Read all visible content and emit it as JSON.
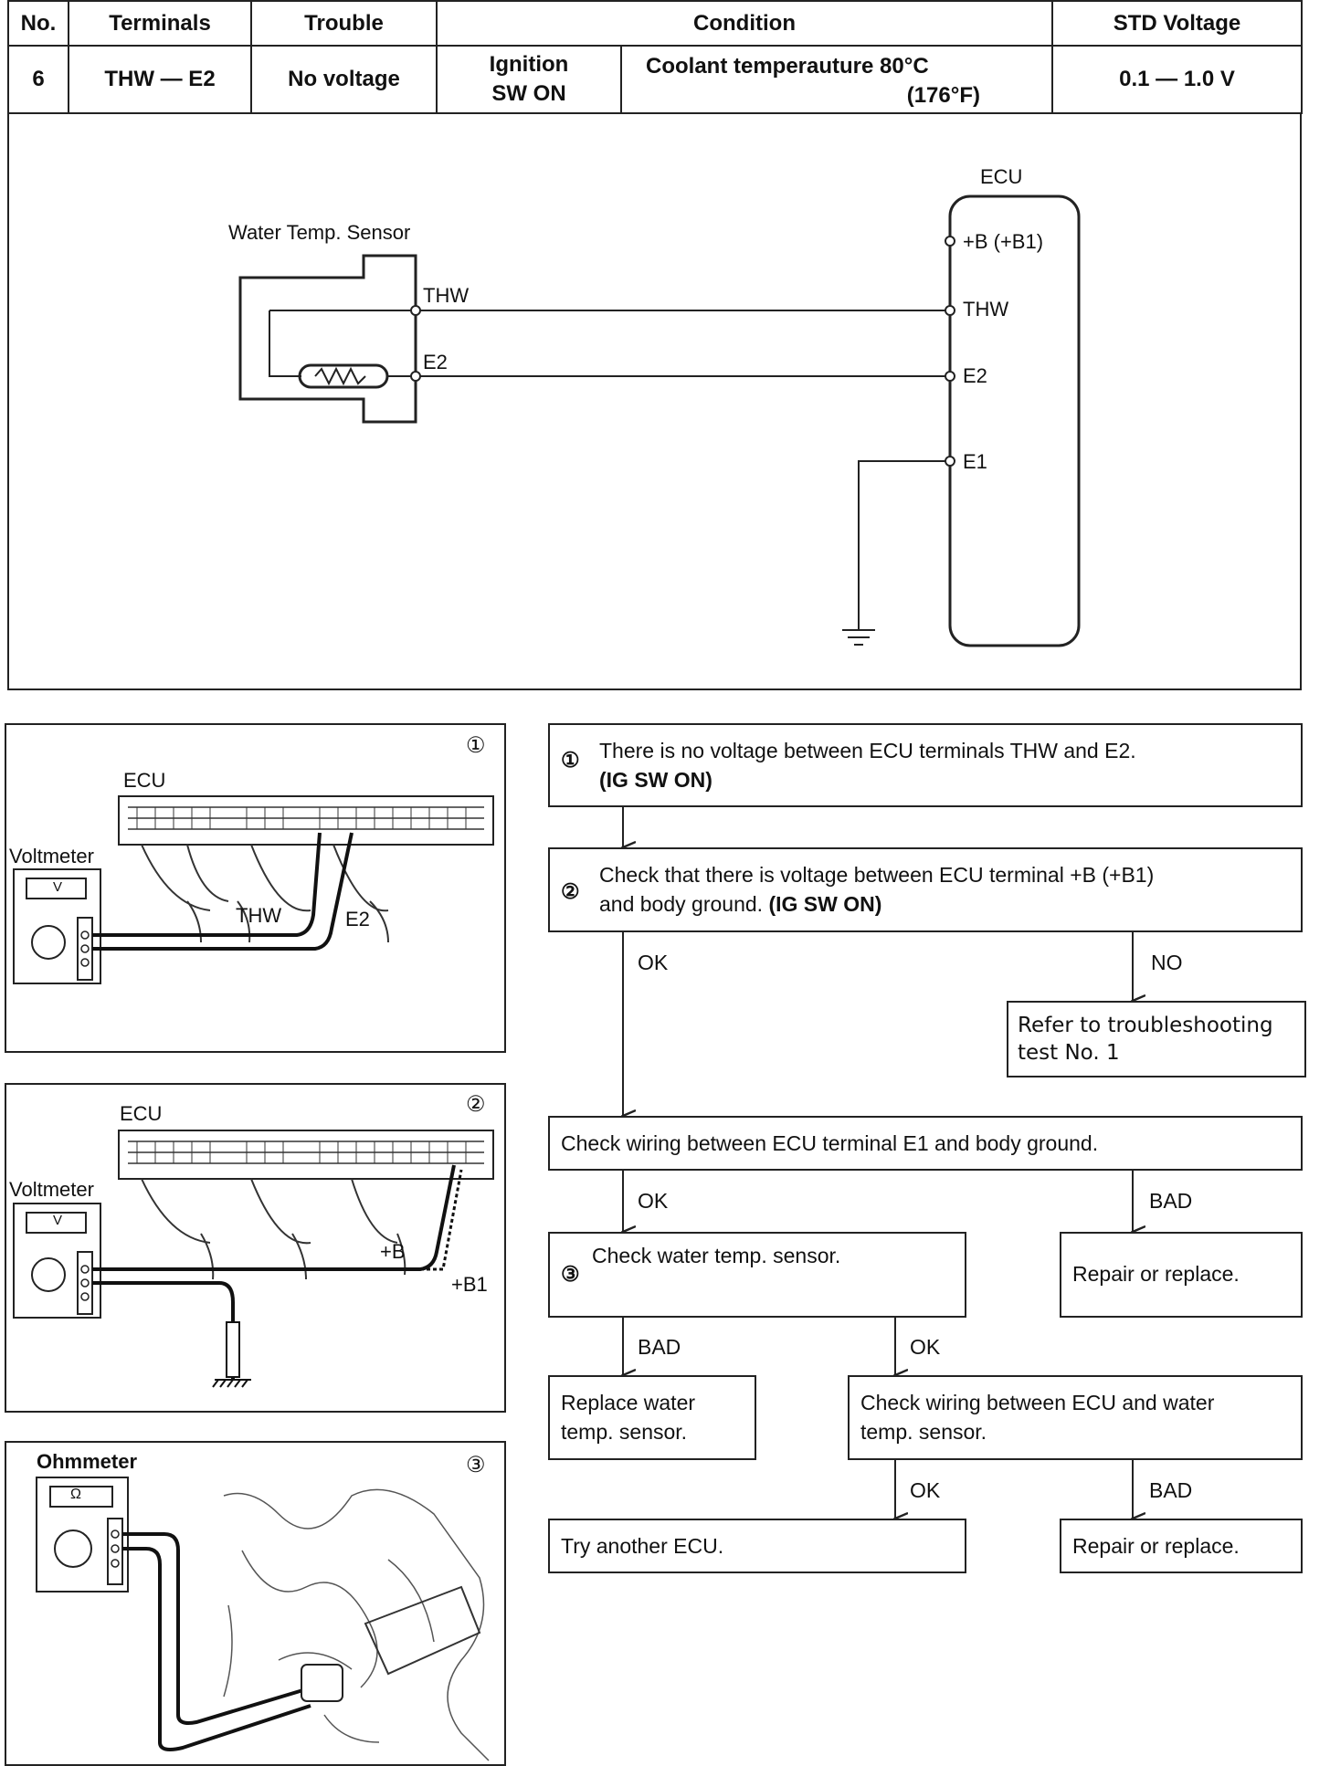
{
  "table": {
    "headers": {
      "no": "No.",
      "terminals": "Terminals",
      "trouble": "Trouble",
      "condition": "Condition",
      "std_voltage": "STD Voltage"
    },
    "row": {
      "no": "6",
      "terminals": "THW — E2",
      "trouble": "No voltage",
      "ignition_line1": "Ignition",
      "ignition_line2": "SW ON",
      "condition_line1": "Coolant temperauture 80°C",
      "condition_line2": "(176°F)",
      "std_voltage": "0.1 — 1.0 V"
    }
  },
  "circuit": {
    "ecu_label": "ECU",
    "sensor_label": "Water Temp. Sensor",
    "sensor_thw": "THW",
    "sensor_e2": "E2",
    "ecu_pins": [
      "+B (+B1)",
      "THW",
      "E2",
      "E1"
    ]
  },
  "panels": {
    "p1": {
      "num": "①",
      "ecu": "ECU",
      "meter": "Voltmeter",
      "meter_face": "V",
      "probe1": "THW",
      "probe2": "E2"
    },
    "p2": {
      "num": "②",
      "ecu": "ECU",
      "meter": "Voltmeter",
      "meter_face": "V",
      "probe1": "+B",
      "probe2": "+B1"
    },
    "p3": {
      "num": "③",
      "meter": "Ohmmeter",
      "meter_face": "Ω"
    }
  },
  "flow": {
    "b1_num": "①",
    "b1_line1": "There is no voltage between ECU terminals THW and E2.",
    "b1_line2": "(IG SW ON)",
    "b2_num": "②",
    "b2_line1": "Check that there is voltage between ECU terminal  +B (+B1)",
    "b2_line2a": "and body ground. ",
    "b2_line2b": "(IG SW ON)",
    "ok": "OK",
    "no": "NO",
    "bad": "BAD",
    "refer_line1": "Refer to troubleshooting",
    "refer_line2": "test No. 1",
    "check_e1": "Check wiring between ECU terminal E1 and body ground.",
    "b3_num": "③",
    "check_sensor": "Check water temp. sensor.",
    "repair1": "Repair or replace.",
    "replace_line1": "Replace water",
    "replace_line2": "temp. sensor.",
    "check_wiring_line1": "Check wiring between ECU and water",
    "check_wiring_line2": "temp. sensor.",
    "try_ecu": "Try another ECU.",
    "repair2": "Repair or replace."
  }
}
